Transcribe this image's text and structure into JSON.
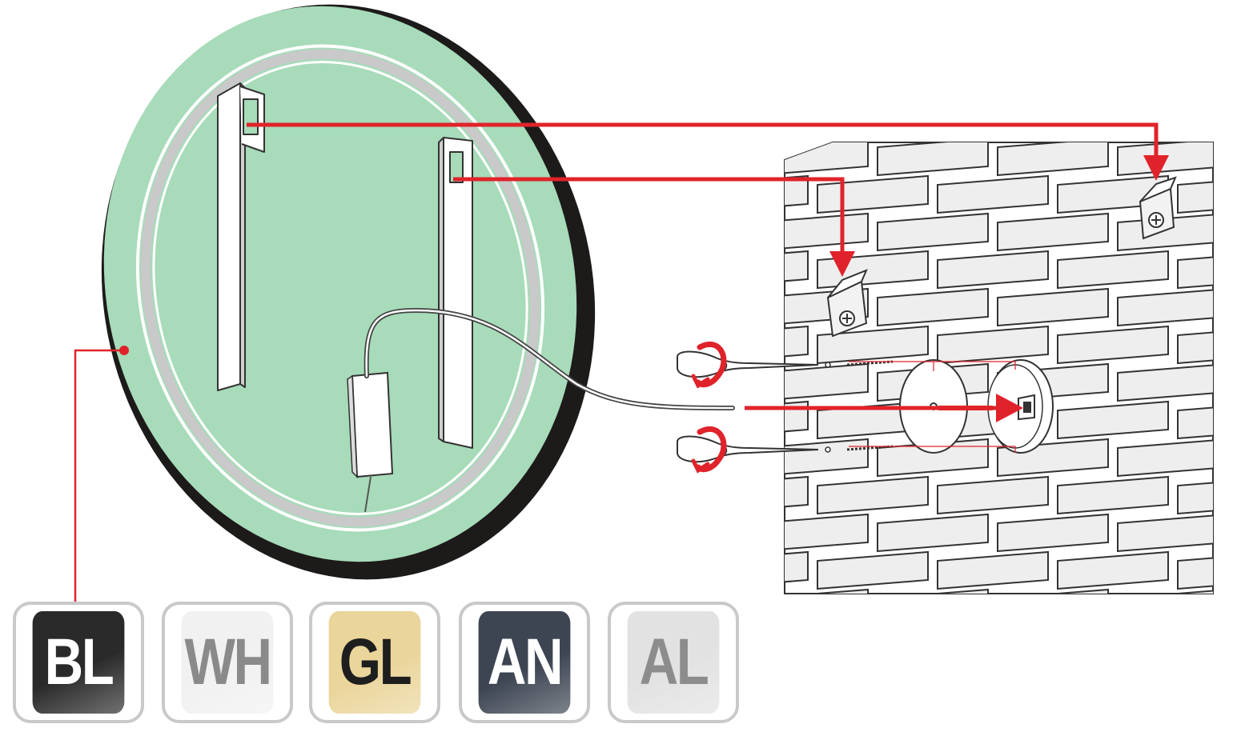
{
  "colors": {
    "mirror_back": "#a7dbb9",
    "mirror_frame": "#1d1a1a",
    "arrow": "#e0232a",
    "wall": "#eeeeee",
    "brick_outline": "#333333",
    "hanger_bar": "#ffffff"
  },
  "finish_options": [
    {
      "label": "BL",
      "background": "#2a2a2a",
      "text_color": "#ffffff"
    },
    {
      "label": "WH",
      "background": "#f1f1f1",
      "text_color": "#8a8a8a"
    },
    {
      "label": "GL",
      "background": "#ead59a",
      "text_color": "#1e1e1e"
    },
    {
      "label": "AN",
      "background": "#3d4552",
      "text_color": "#ffffff"
    },
    {
      "label": "AL",
      "background": "#e2e2e2",
      "text_color": "#8c8c8c"
    }
  ],
  "icons": [
    "screwdriver-icon",
    "rotation-arrow-icon",
    "screw-icon",
    "wall-plug-icon",
    "junction-box-icon",
    "wall-hook-icon"
  ]
}
